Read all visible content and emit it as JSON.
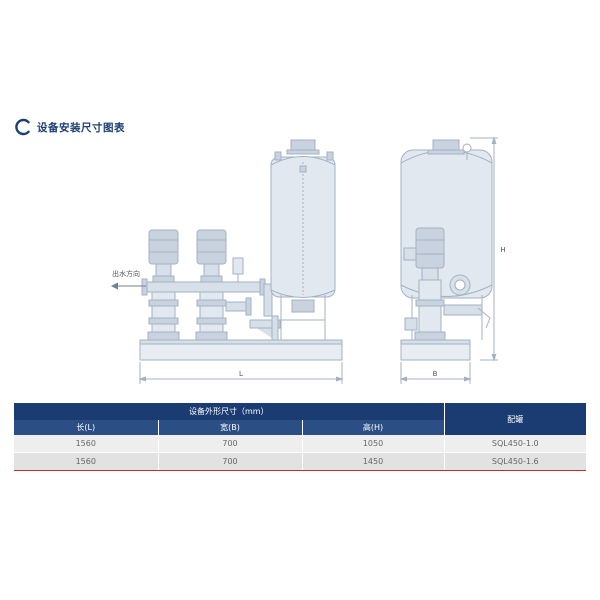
{
  "section": {
    "title": "设备安装尺寸图表",
    "icon": "c-ring-icon"
  },
  "drawing": {
    "outlet_label": "出水方向",
    "dim_length": "L",
    "dim_width": "B",
    "dim_height": "H",
    "colors": {
      "line": "#a3b2c3",
      "tank_fill": "#e2e8f0",
      "motor_fill": "#c9d3df",
      "pipe_fill": "#d7dfe8"
    }
  },
  "table": {
    "group_header": "设备外形尺寸（mm）",
    "config_header": "配罐",
    "columns": [
      "长(L)",
      "宽(B)",
      "高(H)"
    ],
    "rows": [
      {
        "length": "1560",
        "width": "700",
        "height": "1050",
        "config": "SQL450-1.0"
      },
      {
        "length": "1560",
        "width": "700",
        "height": "1450",
        "config": "SQL450-1.6"
      }
    ],
    "header_color": "#1a3c73",
    "accent_color": "#c32a2a"
  }
}
